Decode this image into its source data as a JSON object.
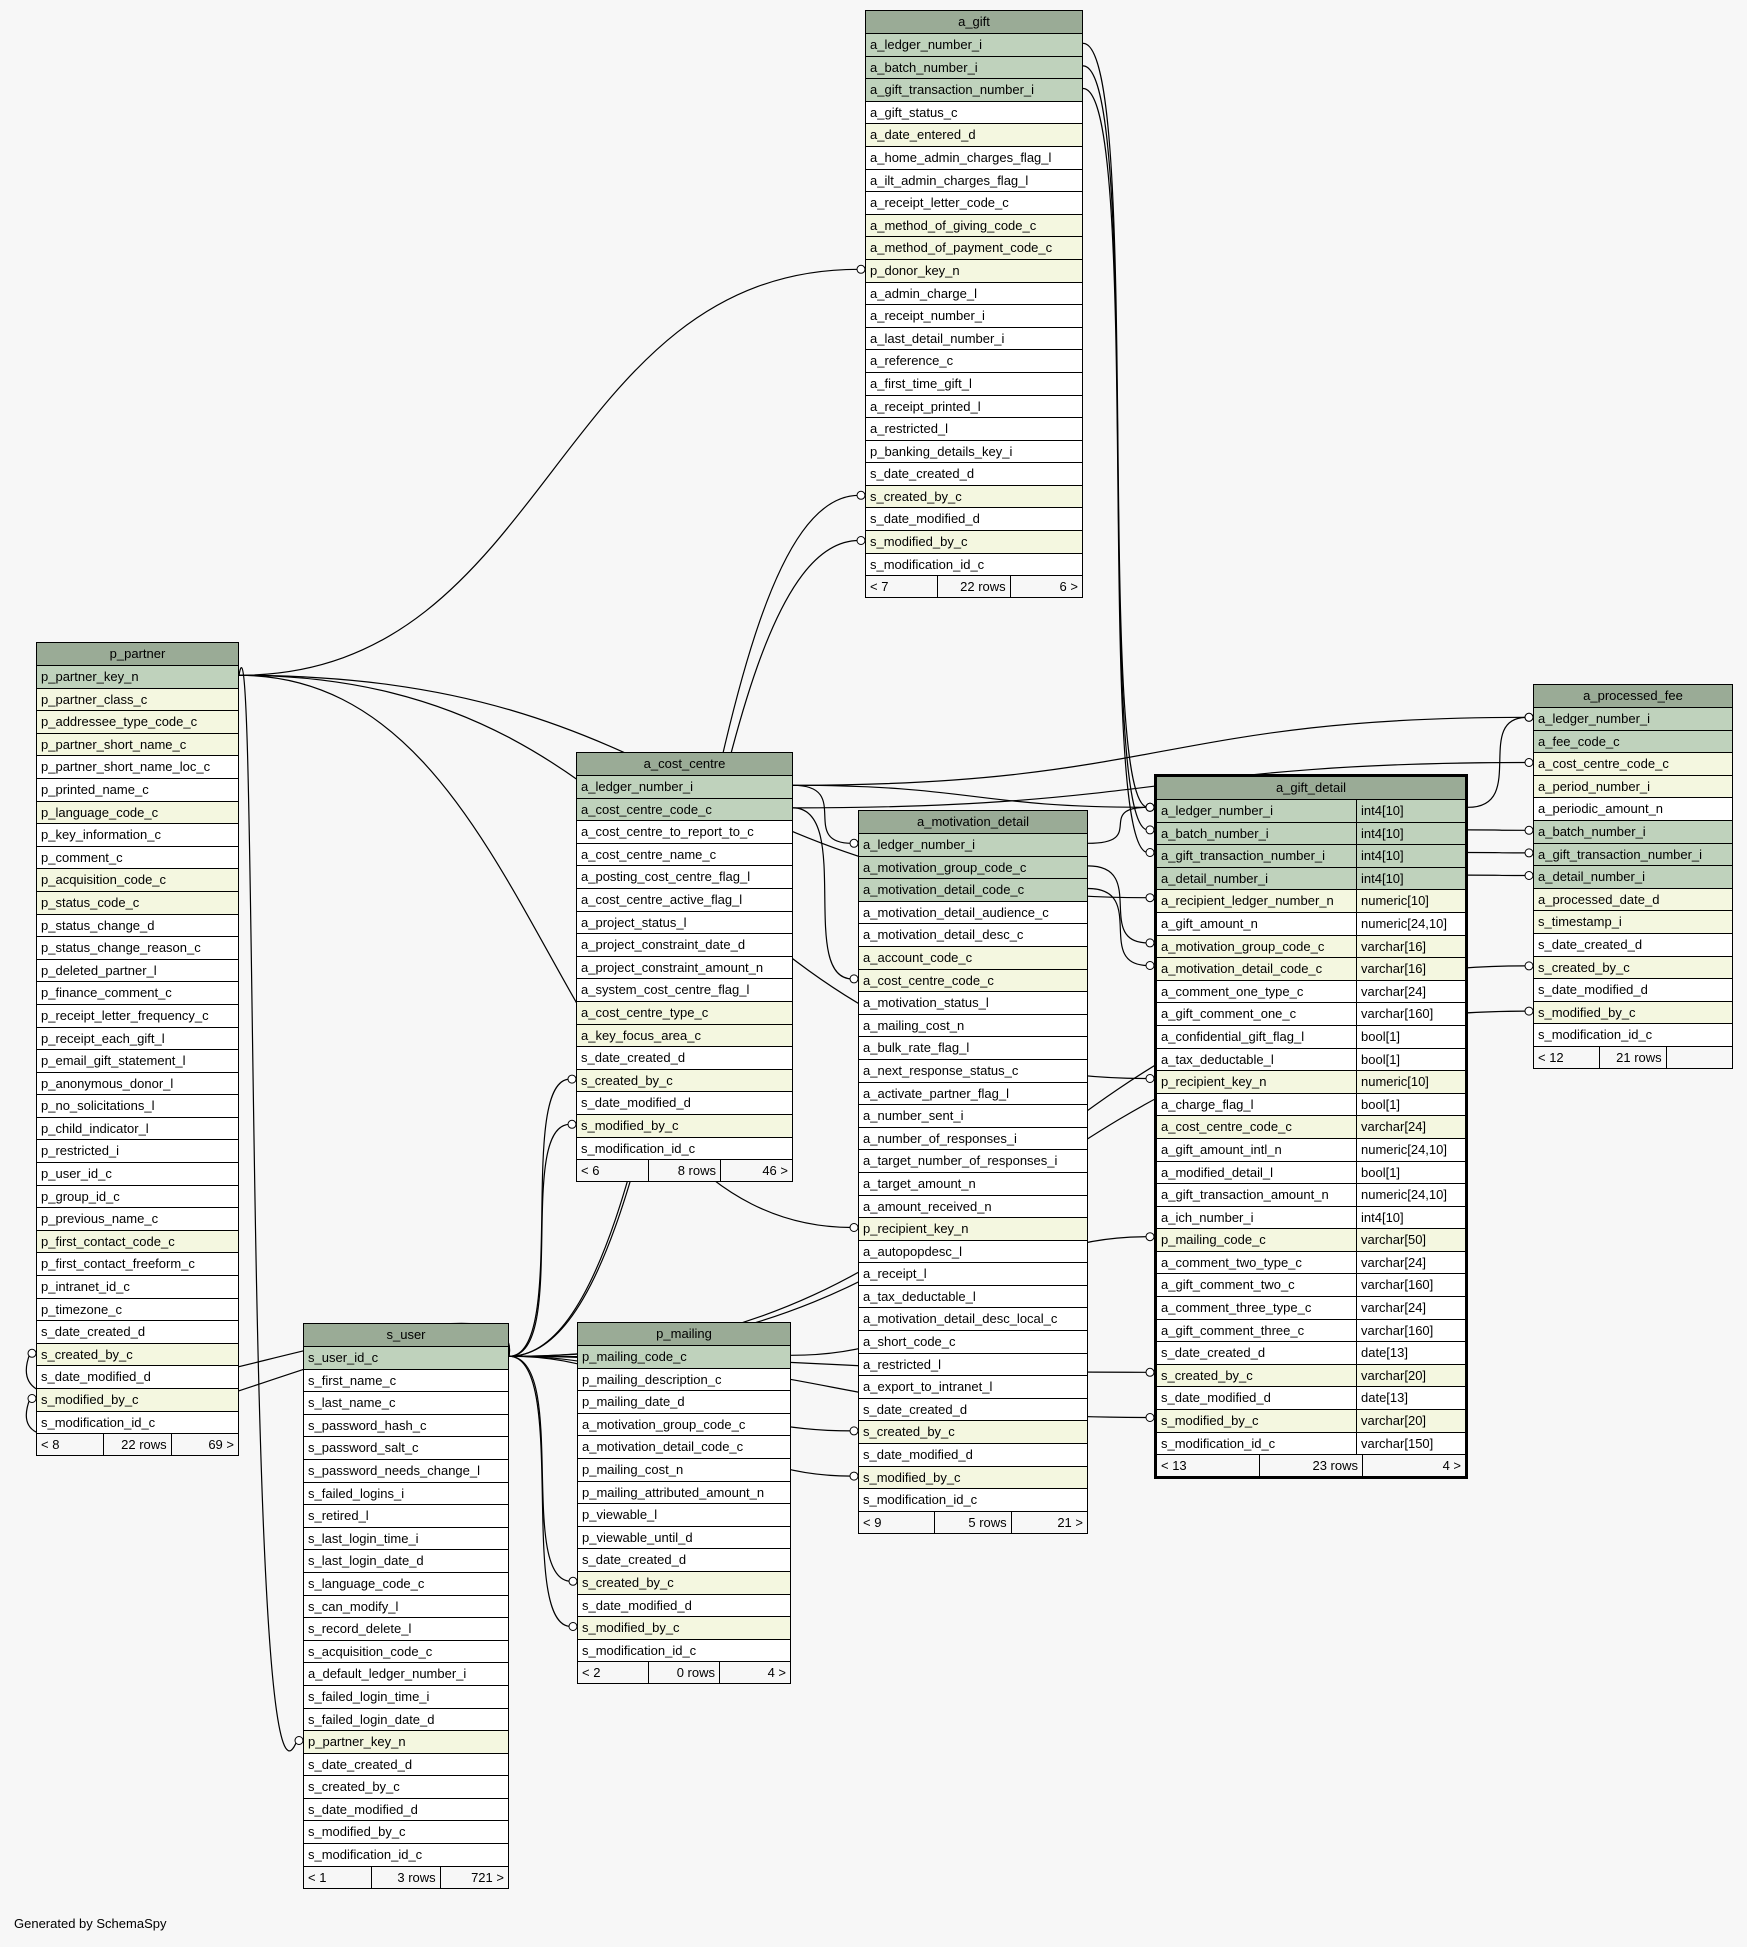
{
  "footer": {
    "credit": "Generated by SchemaSpy"
  },
  "tables": [
    {
      "key": "a_gift",
      "title": "a_gift",
      "focus": false,
      "columns": [
        {
          "name": "a_ledger_number_i",
          "kind": "pk"
        },
        {
          "name": "a_batch_number_i",
          "kind": "pk"
        },
        {
          "name": "a_gift_transaction_number_i",
          "kind": "pk"
        },
        {
          "name": "a_gift_status_c",
          "kind": "plain"
        },
        {
          "name": "a_date_entered_d",
          "kind": "fk"
        },
        {
          "name": "a_home_admin_charges_flag_l",
          "kind": "plain"
        },
        {
          "name": "a_ilt_admin_charges_flag_l",
          "kind": "plain"
        },
        {
          "name": "a_receipt_letter_code_c",
          "kind": "plain"
        },
        {
          "name": "a_method_of_giving_code_c",
          "kind": "fk"
        },
        {
          "name": "a_method_of_payment_code_c",
          "kind": "fk"
        },
        {
          "name": "p_donor_key_n",
          "kind": "fk"
        },
        {
          "name": "a_admin_charge_l",
          "kind": "plain"
        },
        {
          "name": "a_receipt_number_i",
          "kind": "plain"
        },
        {
          "name": "a_last_detail_number_i",
          "kind": "plain"
        },
        {
          "name": "a_reference_c",
          "kind": "plain"
        },
        {
          "name": "a_first_time_gift_l",
          "kind": "plain"
        },
        {
          "name": "a_receipt_printed_l",
          "kind": "plain"
        },
        {
          "name": "a_restricted_l",
          "kind": "plain"
        },
        {
          "name": "p_banking_details_key_i",
          "kind": "plain"
        },
        {
          "name": "s_date_created_d",
          "kind": "plain"
        },
        {
          "name": "s_created_by_c",
          "kind": "fk"
        },
        {
          "name": "s_date_modified_d",
          "kind": "plain"
        },
        {
          "name": "s_modified_by_c",
          "kind": "fk"
        },
        {
          "name": "s_modification_id_c",
          "kind": "plain"
        }
      ],
      "footer": [
        "< 7",
        "22 rows",
        "6 >"
      ]
    },
    {
      "key": "p_partner",
      "title": "p_partner",
      "focus": false,
      "columns": [
        {
          "name": "p_partner_key_n",
          "kind": "pk"
        },
        {
          "name": "p_partner_class_c",
          "kind": "fk"
        },
        {
          "name": "p_addressee_type_code_c",
          "kind": "fk"
        },
        {
          "name": "p_partner_short_name_c",
          "kind": "fk"
        },
        {
          "name": "p_partner_short_name_loc_c",
          "kind": "plain"
        },
        {
          "name": "p_printed_name_c",
          "kind": "plain"
        },
        {
          "name": "p_language_code_c",
          "kind": "fk"
        },
        {
          "name": "p_key_information_c",
          "kind": "plain"
        },
        {
          "name": "p_comment_c",
          "kind": "plain"
        },
        {
          "name": "p_acquisition_code_c",
          "kind": "fk"
        },
        {
          "name": "p_status_code_c",
          "kind": "fk"
        },
        {
          "name": "p_status_change_d",
          "kind": "plain"
        },
        {
          "name": "p_status_change_reason_c",
          "kind": "plain"
        },
        {
          "name": "p_deleted_partner_l",
          "kind": "plain"
        },
        {
          "name": "p_finance_comment_c",
          "kind": "plain"
        },
        {
          "name": "p_receipt_letter_frequency_c",
          "kind": "plain"
        },
        {
          "name": "p_receipt_each_gift_l",
          "kind": "plain"
        },
        {
          "name": "p_email_gift_statement_l",
          "kind": "plain"
        },
        {
          "name": "p_anonymous_donor_l",
          "kind": "plain"
        },
        {
          "name": "p_no_solicitations_l",
          "kind": "plain"
        },
        {
          "name": "p_child_indicator_l",
          "kind": "plain"
        },
        {
          "name": "p_restricted_i",
          "kind": "plain"
        },
        {
          "name": "p_user_id_c",
          "kind": "plain"
        },
        {
          "name": "p_group_id_c",
          "kind": "plain"
        },
        {
          "name": "p_previous_name_c",
          "kind": "plain"
        },
        {
          "name": "p_first_contact_code_c",
          "kind": "fk"
        },
        {
          "name": "p_first_contact_freeform_c",
          "kind": "plain"
        },
        {
          "name": "p_intranet_id_c",
          "kind": "plain"
        },
        {
          "name": "p_timezone_c",
          "kind": "plain"
        },
        {
          "name": "s_date_created_d",
          "kind": "plain"
        },
        {
          "name": "s_created_by_c",
          "kind": "fk"
        },
        {
          "name": "s_date_modified_d",
          "kind": "plain"
        },
        {
          "name": "s_modified_by_c",
          "kind": "fk"
        },
        {
          "name": "s_modification_id_c",
          "kind": "plain"
        }
      ],
      "footer": [
        "< 8",
        "22 rows",
        "69 >"
      ]
    },
    {
      "key": "a_cost_centre",
      "title": "a_cost_centre",
      "focus": false,
      "columns": [
        {
          "name": "a_ledger_number_i",
          "kind": "pk"
        },
        {
          "name": "a_cost_centre_code_c",
          "kind": "pk"
        },
        {
          "name": "a_cost_centre_to_report_to_c",
          "kind": "plain"
        },
        {
          "name": "a_cost_centre_name_c",
          "kind": "plain"
        },
        {
          "name": "a_posting_cost_centre_flag_l",
          "kind": "plain"
        },
        {
          "name": "a_cost_centre_active_flag_l",
          "kind": "plain"
        },
        {
          "name": "a_project_status_l",
          "kind": "plain"
        },
        {
          "name": "a_project_constraint_date_d",
          "kind": "plain"
        },
        {
          "name": "a_project_constraint_amount_n",
          "kind": "plain"
        },
        {
          "name": "a_system_cost_centre_flag_l",
          "kind": "plain"
        },
        {
          "name": "a_cost_centre_type_c",
          "kind": "fk"
        },
        {
          "name": "a_key_focus_area_c",
          "kind": "fk"
        },
        {
          "name": "s_date_created_d",
          "kind": "plain"
        },
        {
          "name": "s_created_by_c",
          "kind": "fk"
        },
        {
          "name": "s_date_modified_d",
          "kind": "plain"
        },
        {
          "name": "s_modified_by_c",
          "kind": "fk"
        },
        {
          "name": "s_modification_id_c",
          "kind": "plain"
        }
      ],
      "footer": [
        "< 6",
        "8 rows",
        "46 >"
      ]
    },
    {
      "key": "a_motivation_detail",
      "title": "a_motivation_detail",
      "focus": false,
      "columns": [
        {
          "name": "a_ledger_number_i",
          "kind": "pk"
        },
        {
          "name": "a_motivation_group_code_c",
          "kind": "pk"
        },
        {
          "name": "a_motivation_detail_code_c",
          "kind": "pk"
        },
        {
          "name": "a_motivation_detail_audience_c",
          "kind": "plain"
        },
        {
          "name": "a_motivation_detail_desc_c",
          "kind": "plain"
        },
        {
          "name": "a_account_code_c",
          "kind": "fk"
        },
        {
          "name": "a_cost_centre_code_c",
          "kind": "fk"
        },
        {
          "name": "a_motivation_status_l",
          "kind": "plain"
        },
        {
          "name": "a_mailing_cost_n",
          "kind": "plain"
        },
        {
          "name": "a_bulk_rate_flag_l",
          "kind": "plain"
        },
        {
          "name": "a_next_response_status_c",
          "kind": "plain"
        },
        {
          "name": "a_activate_partner_flag_l",
          "kind": "plain"
        },
        {
          "name": "a_number_sent_i",
          "kind": "plain"
        },
        {
          "name": "a_number_of_responses_i",
          "kind": "plain"
        },
        {
          "name": "a_target_number_of_responses_i",
          "kind": "plain"
        },
        {
          "name": "a_target_amount_n",
          "kind": "plain"
        },
        {
          "name": "a_amount_received_n",
          "kind": "plain"
        },
        {
          "name": "p_recipient_key_n",
          "kind": "fk"
        },
        {
          "name": "a_autopopdesc_l",
          "kind": "plain"
        },
        {
          "name": "a_receipt_l",
          "kind": "plain"
        },
        {
          "name": "a_tax_deductable_l",
          "kind": "plain"
        },
        {
          "name": "a_motivation_detail_desc_local_c",
          "kind": "plain"
        },
        {
          "name": "a_short_code_c",
          "kind": "plain"
        },
        {
          "name": "a_restricted_l",
          "kind": "plain"
        },
        {
          "name": "a_export_to_intranet_l",
          "kind": "plain"
        },
        {
          "name": "s_date_created_d",
          "kind": "plain"
        },
        {
          "name": "s_created_by_c",
          "kind": "fk"
        },
        {
          "name": "s_date_modified_d",
          "kind": "plain"
        },
        {
          "name": "s_modified_by_c",
          "kind": "fk"
        },
        {
          "name": "s_modification_id_c",
          "kind": "plain"
        }
      ],
      "footer": [
        "< 9",
        "5 rows",
        "21 >"
      ]
    },
    {
      "key": "a_gift_detail",
      "title": "a_gift_detail",
      "focus": true,
      "columns": [
        {
          "name": "a_ledger_number_i",
          "type": "int4[10]",
          "kind": "pk"
        },
        {
          "name": "a_batch_number_i",
          "type": "int4[10]",
          "kind": "pk"
        },
        {
          "name": "a_gift_transaction_number_i",
          "type": "int4[10]",
          "kind": "pk"
        },
        {
          "name": "a_detail_number_i",
          "type": "int4[10]",
          "kind": "pk"
        },
        {
          "name": "a_recipient_ledger_number_n",
          "type": "numeric[10]",
          "kind": "fk"
        },
        {
          "name": "a_gift_amount_n",
          "type": "numeric[24,10]",
          "kind": "plain"
        },
        {
          "name": "a_motivation_group_code_c",
          "type": "varchar[16]",
          "kind": "fk"
        },
        {
          "name": "a_motivation_detail_code_c",
          "type": "varchar[16]",
          "kind": "fk"
        },
        {
          "name": "a_comment_one_type_c",
          "type": "varchar[24]",
          "kind": "plain"
        },
        {
          "name": "a_gift_comment_one_c",
          "type": "varchar[160]",
          "kind": "plain"
        },
        {
          "name": "a_confidential_gift_flag_l",
          "type": "bool[1]",
          "kind": "plain"
        },
        {
          "name": "a_tax_deductable_l",
          "type": "bool[1]",
          "kind": "plain"
        },
        {
          "name": "p_recipient_key_n",
          "type": "numeric[10]",
          "kind": "fk"
        },
        {
          "name": "a_charge_flag_l",
          "type": "bool[1]",
          "kind": "plain"
        },
        {
          "name": "a_cost_centre_code_c",
          "type": "varchar[24]",
          "kind": "fk"
        },
        {
          "name": "a_gift_amount_intl_n",
          "type": "numeric[24,10]",
          "kind": "plain"
        },
        {
          "name": "a_modified_detail_l",
          "type": "bool[1]",
          "kind": "plain"
        },
        {
          "name": "a_gift_transaction_amount_n",
          "type": "numeric[24,10]",
          "kind": "plain"
        },
        {
          "name": "a_ich_number_i",
          "type": "int4[10]",
          "kind": "plain"
        },
        {
          "name": "p_mailing_code_c",
          "type": "varchar[50]",
          "kind": "fk"
        },
        {
          "name": "a_comment_two_type_c",
          "type": "varchar[24]",
          "kind": "plain"
        },
        {
          "name": "a_gift_comment_two_c",
          "type": "varchar[160]",
          "kind": "plain"
        },
        {
          "name": "a_comment_three_type_c",
          "type": "varchar[24]",
          "kind": "plain"
        },
        {
          "name": "a_gift_comment_three_c",
          "type": "varchar[160]",
          "kind": "plain"
        },
        {
          "name": "s_date_created_d",
          "type": "date[13]",
          "kind": "plain"
        },
        {
          "name": "s_created_by_c",
          "type": "varchar[20]",
          "kind": "fk"
        },
        {
          "name": "s_date_modified_d",
          "type": "date[13]",
          "kind": "plain"
        },
        {
          "name": "s_modified_by_c",
          "type": "varchar[20]",
          "kind": "fk"
        },
        {
          "name": "s_modification_id_c",
          "type": "varchar[150]",
          "kind": "plain"
        }
      ],
      "footer": [
        "< 13",
        "23 rows",
        "4 >"
      ]
    },
    {
      "key": "a_processed_fee",
      "title": "a_processed_fee",
      "focus": false,
      "columns": [
        {
          "name": "a_ledger_number_i",
          "kind": "pk"
        },
        {
          "name": "a_fee_code_c",
          "kind": "pk"
        },
        {
          "name": "a_cost_centre_code_c",
          "kind": "fk"
        },
        {
          "name": "a_period_number_i",
          "kind": "fk"
        },
        {
          "name": "a_periodic_amount_n",
          "kind": "plain"
        },
        {
          "name": "a_batch_number_i",
          "kind": "pk"
        },
        {
          "name": "a_gift_transaction_number_i",
          "kind": "pk"
        },
        {
          "name": "a_detail_number_i",
          "kind": "pk"
        },
        {
          "name": "a_processed_date_d",
          "kind": "fk"
        },
        {
          "name": "s_timestamp_i",
          "kind": "fk"
        },
        {
          "name": "s_date_created_d",
          "kind": "plain"
        },
        {
          "name": "s_created_by_c",
          "kind": "fk"
        },
        {
          "name": "s_date_modified_d",
          "kind": "plain"
        },
        {
          "name": "s_modified_by_c",
          "kind": "fk"
        },
        {
          "name": "s_modification_id_c",
          "kind": "plain"
        }
      ],
      "footer": [
        "< 12",
        "21 rows",
        ""
      ]
    },
    {
      "key": "s_user",
      "title": "s_user",
      "focus": false,
      "columns": [
        {
          "name": "s_user_id_c",
          "kind": "pk"
        },
        {
          "name": "s_first_name_c",
          "kind": "plain"
        },
        {
          "name": "s_last_name_c",
          "kind": "plain"
        },
        {
          "name": "s_password_hash_c",
          "kind": "plain"
        },
        {
          "name": "s_password_salt_c",
          "kind": "plain"
        },
        {
          "name": "s_password_needs_change_l",
          "kind": "plain"
        },
        {
          "name": "s_failed_logins_i",
          "kind": "plain"
        },
        {
          "name": "s_retired_l",
          "kind": "plain"
        },
        {
          "name": "s_last_login_time_i",
          "kind": "plain"
        },
        {
          "name": "s_last_login_date_d",
          "kind": "plain"
        },
        {
          "name": "s_language_code_c",
          "kind": "plain"
        },
        {
          "name": "s_can_modify_l",
          "kind": "plain"
        },
        {
          "name": "s_record_delete_l",
          "kind": "plain"
        },
        {
          "name": "s_acquisition_code_c",
          "kind": "plain"
        },
        {
          "name": "a_default_ledger_number_i",
          "kind": "plain"
        },
        {
          "name": "s_failed_login_time_i",
          "kind": "plain"
        },
        {
          "name": "s_failed_login_date_d",
          "kind": "plain"
        },
        {
          "name": "p_partner_key_n",
          "kind": "fk"
        },
        {
          "name": "s_date_created_d",
          "kind": "plain"
        },
        {
          "name": "s_created_by_c",
          "kind": "plain"
        },
        {
          "name": "s_date_modified_d",
          "kind": "plain"
        },
        {
          "name": "s_modified_by_c",
          "kind": "plain"
        },
        {
          "name": "s_modification_id_c",
          "kind": "plain"
        }
      ],
      "footer": [
        "< 1",
        "3 rows",
        "721 >"
      ]
    },
    {
      "key": "p_mailing",
      "title": "p_mailing",
      "focus": false,
      "columns": [
        {
          "name": "p_mailing_code_c",
          "kind": "pk"
        },
        {
          "name": "p_mailing_description_c",
          "kind": "plain"
        },
        {
          "name": "p_mailing_date_d",
          "kind": "plain"
        },
        {
          "name": "a_motivation_group_code_c",
          "kind": "plain"
        },
        {
          "name": "a_motivation_detail_code_c",
          "kind": "plain"
        },
        {
          "name": "p_mailing_cost_n",
          "kind": "plain"
        },
        {
          "name": "p_mailing_attributed_amount_n",
          "kind": "plain"
        },
        {
          "name": "p_viewable_l",
          "kind": "plain"
        },
        {
          "name": "p_viewable_until_d",
          "kind": "plain"
        },
        {
          "name": "s_date_created_d",
          "kind": "plain"
        },
        {
          "name": "s_created_by_c",
          "kind": "fk"
        },
        {
          "name": "s_date_modified_d",
          "kind": "plain"
        },
        {
          "name": "s_modified_by_c",
          "kind": "fk"
        },
        {
          "name": "s_modification_id_c",
          "kind": "plain"
        }
      ],
      "footer": [
        "< 2",
        "0 rows",
        "4 >"
      ]
    }
  ]
}
